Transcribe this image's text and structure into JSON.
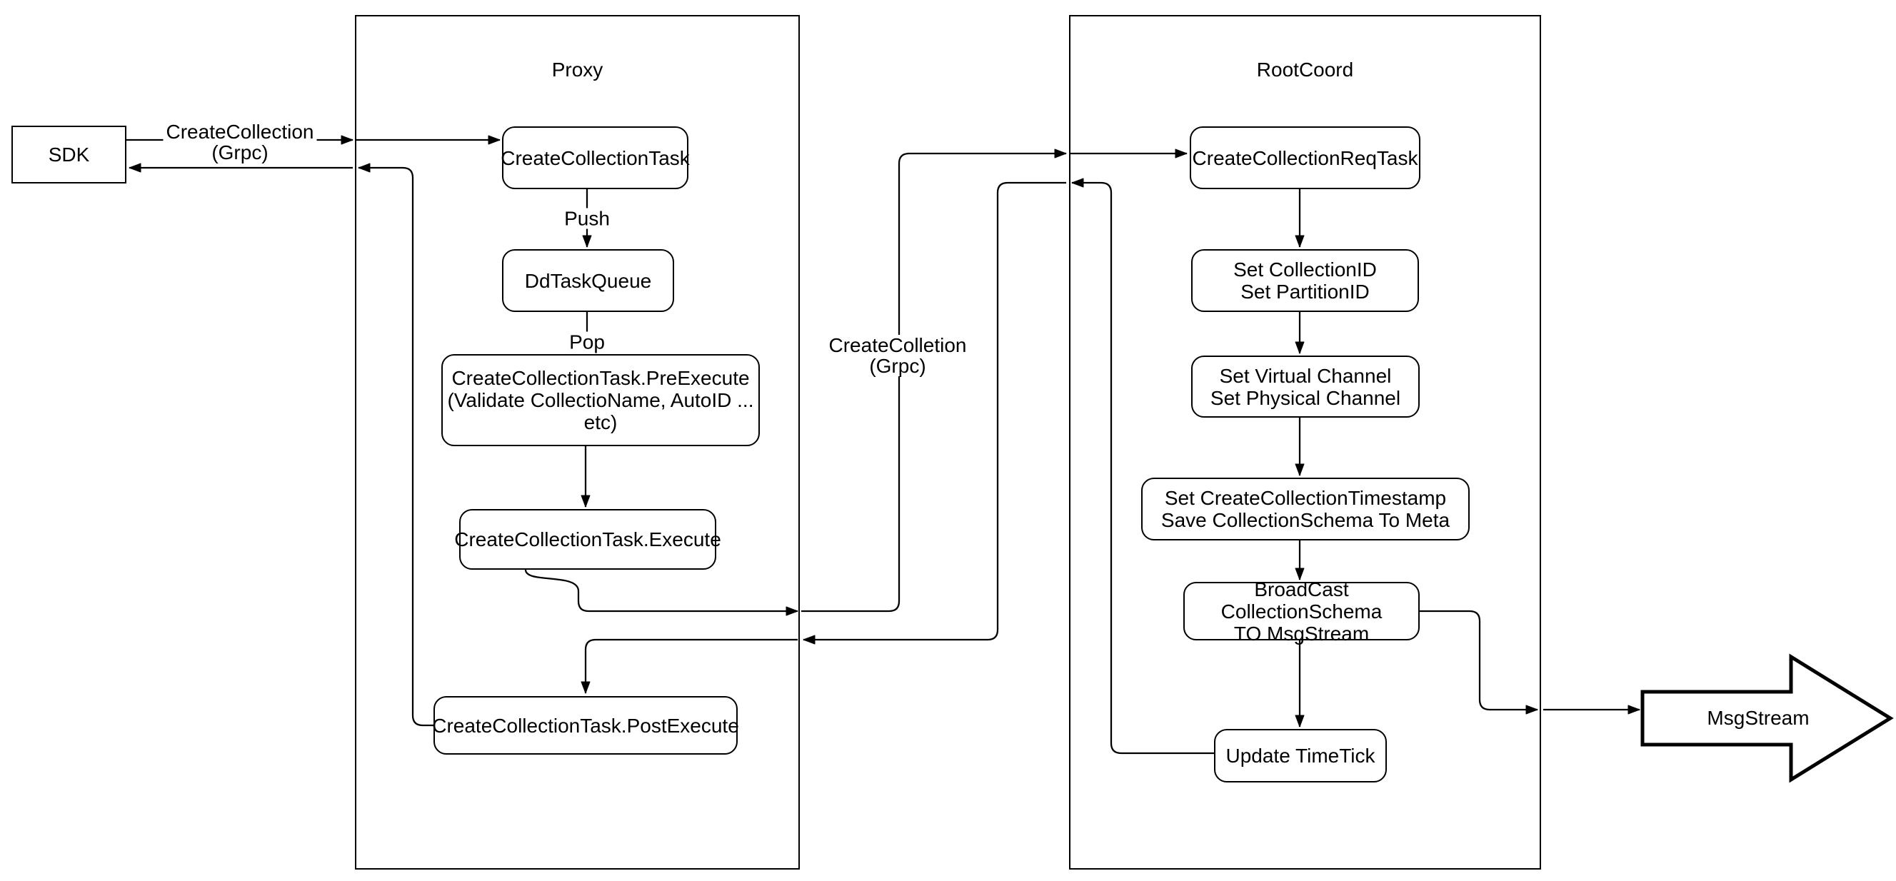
{
  "diagram": {
    "colors": {
      "stroke": "#000000",
      "fill": "#ffffff",
      "background": "#ffffff"
    },
    "sdk": {
      "label": "SDK"
    },
    "containers": {
      "proxy": {
        "title": "Proxy"
      },
      "rootcoord": {
        "title": "RootCoord"
      }
    },
    "proxy_nodes": {
      "create_collection_task": {
        "label": "CreateCollectionTask"
      },
      "dd_task_queue": {
        "label": "DdTaskQueue"
      },
      "pre_execute": {
        "label": "CreateCollectionTask.PreExecute\n(Validate CollectioName, AutoID ... etc)"
      },
      "execute": {
        "label": "CreateCollectionTask.Execute"
      },
      "post_execute": {
        "label": "CreateCollectionTask.PostExecute"
      }
    },
    "rootcoord_nodes": {
      "create_collection_req_task": {
        "label": "CreateCollectionReqTask"
      },
      "set_ids": {
        "label": "Set CollectionID\nSet PartitionID"
      },
      "set_channels": {
        "label": "Set Virtual Channel\nSet Physical Channel"
      },
      "set_timestamp": {
        "label": "Set CreateCollectionTimestamp\nSave CollectionSchema To Meta"
      },
      "broadcast": {
        "label": "BroadCast CollectionSchema\nTO MsgStream"
      },
      "update_timetick": {
        "label": "Update TimeTick"
      }
    },
    "edge_labels": {
      "create_collection_grpc": "CreateCollection\n(Grpc)",
      "push": "Push",
      "pop": "Pop",
      "create_colletion_grpc": "CreateColletion\n(Grpc)"
    },
    "msgstream": {
      "label": "MsgStream"
    }
  }
}
